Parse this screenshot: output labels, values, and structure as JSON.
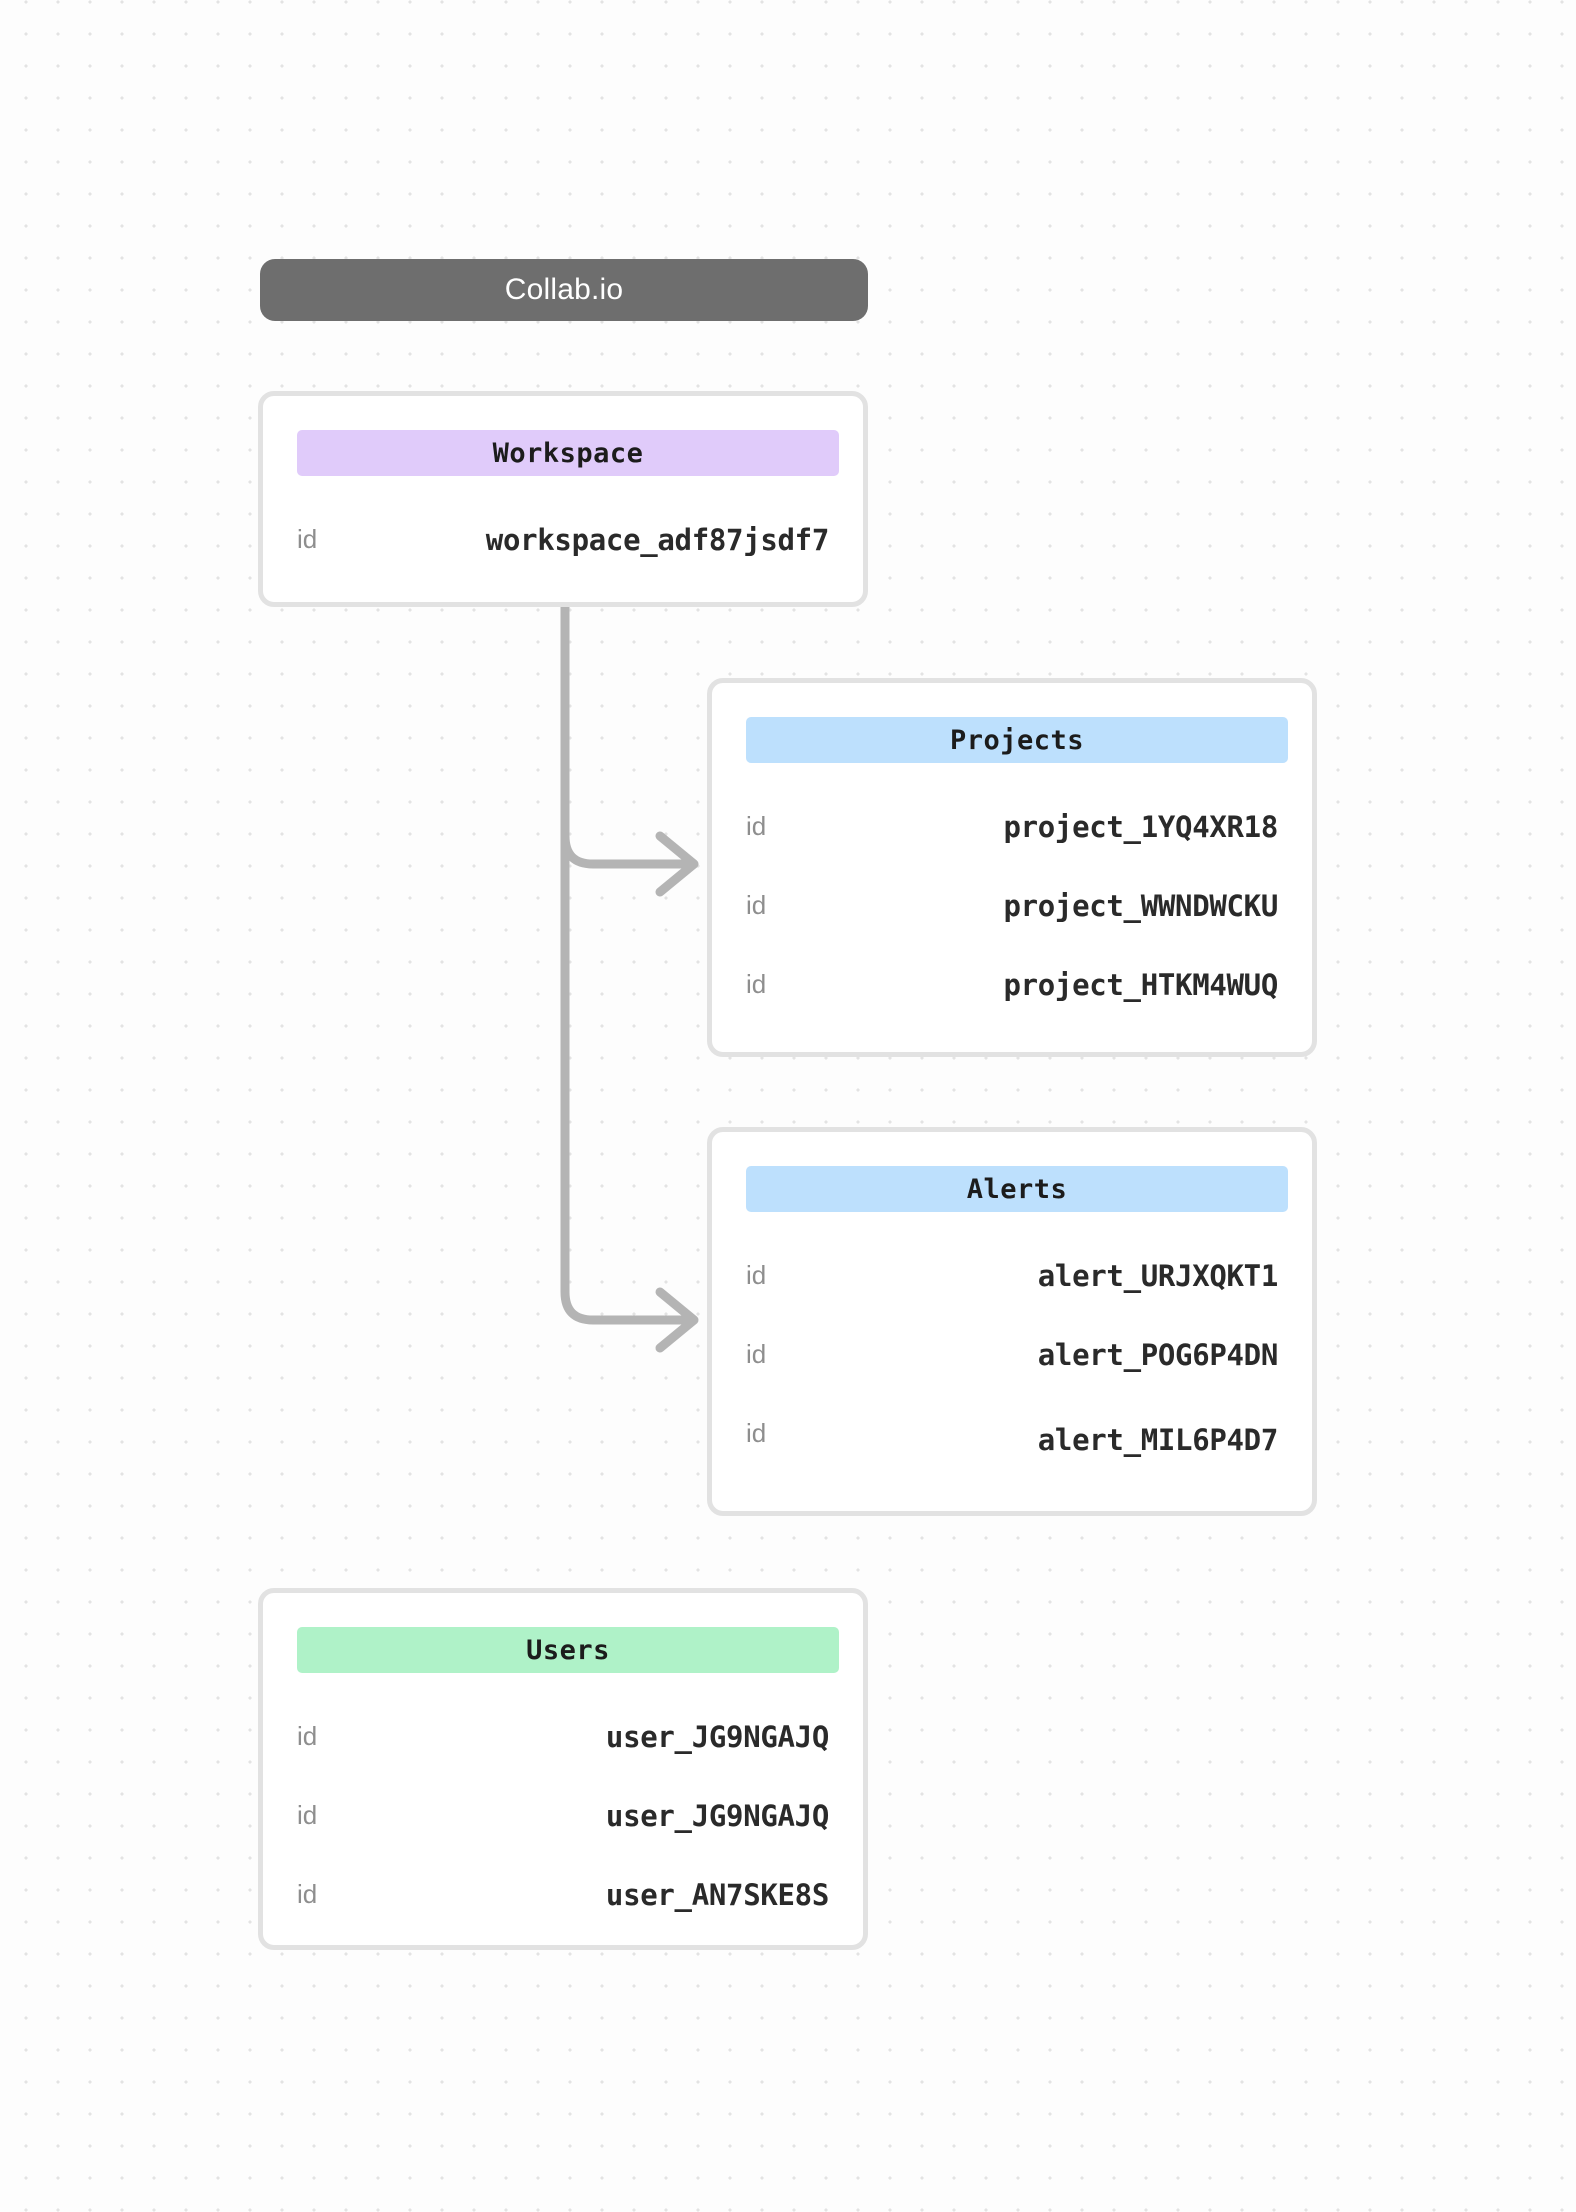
{
  "diagram": {
    "title_pill": {
      "label": "Collab.io"
    },
    "entities": [
      {
        "id": "workspace",
        "name": "Workspace",
        "header_color": "#e0cbfa",
        "rows": [
          {
            "key": "id",
            "value": "workspace_adf87jsdf7"
          }
        ]
      },
      {
        "id": "projects",
        "name": "Projects",
        "header_color": "#bde0fd",
        "rows": [
          {
            "key": "id",
            "value": "project_1YQ4XR18"
          },
          {
            "key": "id",
            "value": "project_WWNDWCKU"
          },
          {
            "key": "id",
            "value": "project_HTKM4WUQ"
          }
        ]
      },
      {
        "id": "alerts",
        "name": "Alerts",
        "header_color": "#bde0fd",
        "rows": [
          {
            "key": "id",
            "value": "alert_URJXQKT1"
          },
          {
            "key": "id",
            "value": "alert_POG6P4DN"
          },
          {
            "key": "id",
            "value": "alert_MIL6P4D7"
          }
        ]
      },
      {
        "id": "users",
        "name": "Users",
        "header_color": "#aff2c8",
        "rows": [
          {
            "key": "id",
            "value": "user_JG9NGAJQ"
          },
          {
            "key": "id",
            "value": "user_JG9NGAJQ"
          },
          {
            "key": "id",
            "value": "user_AN7SKE8S"
          }
        ]
      }
    ],
    "connectors": [
      {
        "from": "workspace",
        "to": "projects"
      },
      {
        "from": "workspace",
        "to": "alerts"
      }
    ],
    "colors": {
      "background": "#fdfdfd",
      "grid_dot": "#e3e3e3",
      "card_border": "#e2e2e2",
      "connector": "#b4b4b4",
      "title_pill_bg": "#6e6e6e",
      "title_pill_text": "#ffffff",
      "row_key_text": "#8e8e8e",
      "row_value_text": "#2a2a2a"
    }
  }
}
